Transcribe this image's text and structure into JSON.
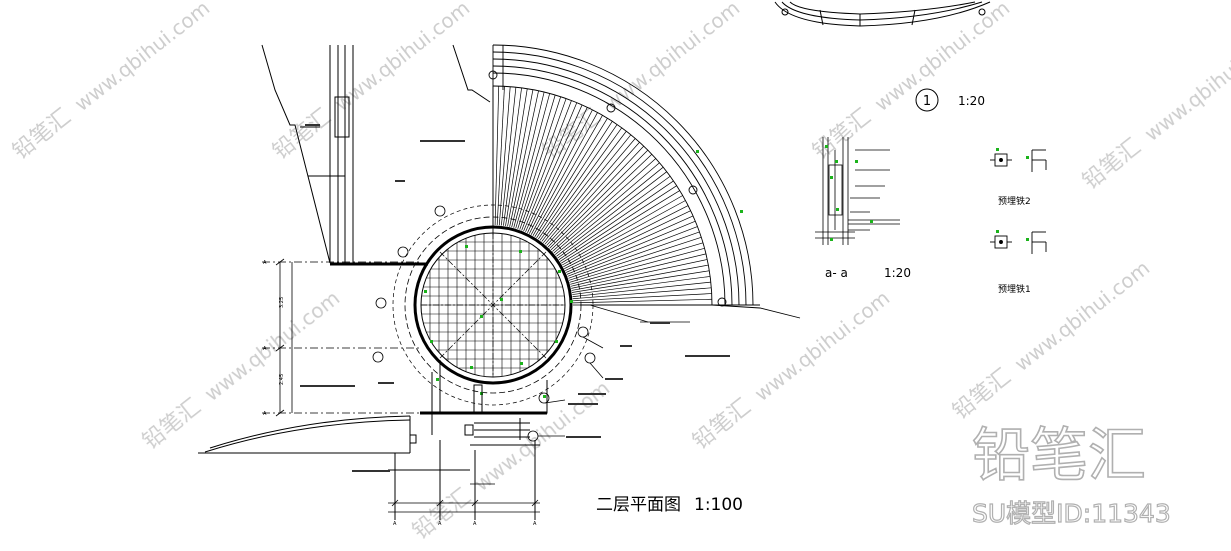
{
  "plan": {
    "title": "二层平面图",
    "scale": "1:100"
  },
  "detail_circle": {
    "number": "1",
    "scale": "1:20"
  },
  "section": {
    "label": "a- a",
    "scale": "1:20"
  },
  "embedded_parts": {
    "part2_label": "预埋铁2",
    "part1_label": "预埋铁1"
  },
  "watermark": {
    "brand": "铅笔汇",
    "site": "www.qbihui.com",
    "model_id": "SU模型ID:11343"
  }
}
